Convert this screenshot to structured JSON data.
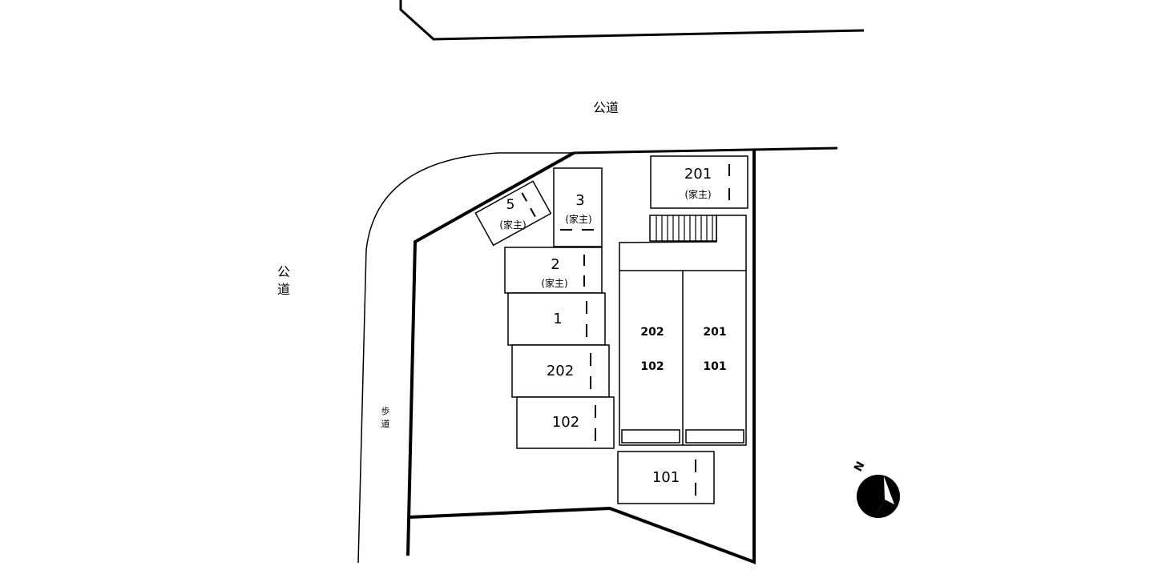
{
  "labels": {
    "public_road_top": "公道",
    "public_road_left_1": "公",
    "public_road_left_2": "道",
    "sidewalk_1": "歩",
    "sidewalk_2": "道",
    "north": "N"
  },
  "parking": {
    "s201": {
      "number": "201",
      "note": "(家主)"
    },
    "s5": {
      "number": "5",
      "note": "(家主)"
    },
    "s3": {
      "number": "3",
      "note": "(家主)"
    },
    "s2": {
      "number": "2",
      "note": "(家主)"
    },
    "s1": {
      "number": "1"
    },
    "s202": {
      "number": "202"
    },
    "s102": {
      "number": "102"
    },
    "s101": {
      "number": "101"
    }
  },
  "building": {
    "left_unit_upper": "202",
    "left_unit_lower": "102",
    "right_unit_upper": "201",
    "right_unit_lower": "101"
  },
  "colors": {
    "line": "#000000",
    "background": "#ffffff"
  },
  "icons": {
    "compass": "north-arrow-compass-icon"
  }
}
